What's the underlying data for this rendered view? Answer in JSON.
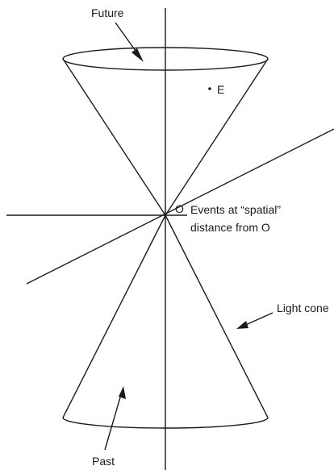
{
  "labels": {
    "future": "Future",
    "past": "Past",
    "event_e": "E",
    "origin": "O",
    "events_line1": "Events at “spatial”",
    "events_line2": "distance from O",
    "light_cone": "Light cone"
  },
  "colors": {
    "ink": "#1a1a1a",
    "background": "#ffffff"
  }
}
